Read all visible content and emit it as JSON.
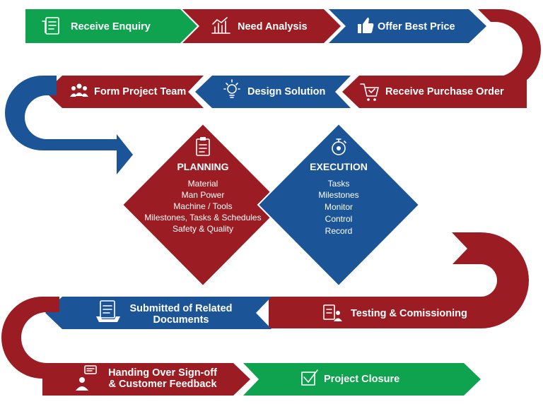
{
  "colors": {
    "green": "#0fa24f",
    "red": "#9b1c22",
    "blue": "#1b5497"
  },
  "steps": [
    {
      "label": "Receive Enquiry",
      "icon": "form-icon"
    },
    {
      "label": "Need Analysis",
      "icon": "chart-icon"
    },
    {
      "label": "Offer Best Price",
      "icon": "thumbs-up-icon"
    },
    {
      "label": "Receive Purchase Order",
      "icon": "cart-icon"
    },
    {
      "label": "Design Solution",
      "icon": "lightbulb-icon"
    },
    {
      "label": "Form Project Team",
      "icon": "team-icon"
    },
    {
      "label": "Testing & Comissioning",
      "icon": "checklist-person-icon"
    },
    {
      "label_line1": "Submitted of Related",
      "label_line2": "Documents",
      "icon": "documents-icon"
    },
    {
      "label_line1": "Handing Over Sign-off",
      "label_line2": "& Customer Feedback",
      "icon": "feedback-icon"
    },
    {
      "label": "Project Closure",
      "icon": "checkbox-icon"
    }
  ],
  "planning": {
    "title": "PLANNING",
    "icon": "clipboard-icon",
    "items": [
      "Material",
      "Man Power",
      "Machine / Tools",
      "Milestones, Tasks & Schedules",
      "Safety & Quality"
    ]
  },
  "execution": {
    "title": "EXECUTION",
    "icon": "stopwatch-gear-icon",
    "items": [
      "Tasks",
      "Milestones",
      "Monitor",
      "Control",
      "Record"
    ]
  }
}
